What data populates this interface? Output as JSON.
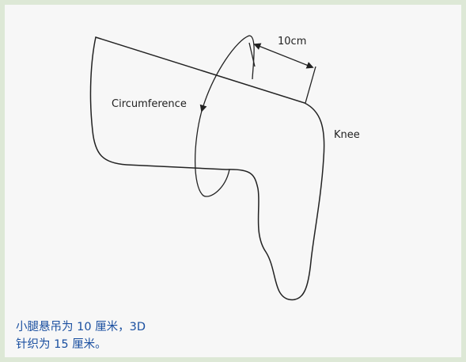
{
  "labels": {
    "measurement": "10cm",
    "circumference": "Circumference",
    "knee": "Knee"
  },
  "caption": {
    "line1": "小腿悬吊为 10 厘米，3D",
    "line2": "针织为 15 厘米。"
  },
  "colors": {
    "outer_border": "#dde8d6",
    "background": "#f7f7f7",
    "line": "#222222",
    "caption_text": "#1a4fa0"
  }
}
